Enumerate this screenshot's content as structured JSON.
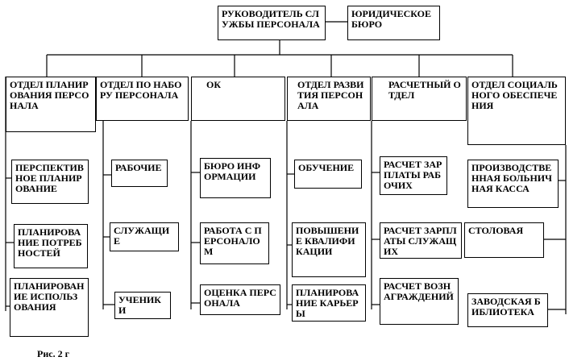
{
  "top": {
    "head": "Руководитель службы персонала",
    "legal": "Юридическое бюро"
  },
  "departments": [
    {
      "title": "Отдел планирования персонала",
      "units": [
        "Перспективное планирование",
        "Планирование потребностей",
        "Планирование использования"
      ]
    },
    {
      "title": "Отдел по набору персонала",
      "units": [
        "Рабочие",
        "Служащие",
        "Ученики"
      ]
    },
    {
      "title": "ОК",
      "units": [
        "Бюро информации",
        "Работа с персоналом",
        "Оценка персонала"
      ]
    },
    {
      "title": "Отдел развития персонала",
      "units": [
        "Обучение",
        "Повышение квалификации",
        "Планирование карьеры"
      ]
    },
    {
      "title": "Расчетный отдел",
      "units": [
        "Расчет зарплаты рабочих",
        "Расчет зарплаты служащих",
        "Расчет вознаграждений"
      ]
    },
    {
      "title": "Отдел социального обеспечения",
      "units": [
        "Производственная больничная касса",
        "Столовая",
        "Заводская библиотека"
      ]
    }
  ],
  "caption": "Рис. 2 г"
}
